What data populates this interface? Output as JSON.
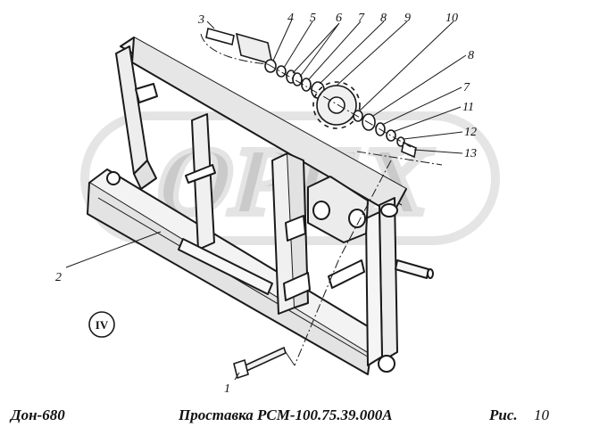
{
  "watermark": {
    "text": "OPEX"
  },
  "section_marker": "IV",
  "callouts": [
    "1",
    "2",
    "3",
    "4",
    "5",
    "6",
    "7",
    "8",
    "9",
    "10",
    "8",
    "7",
    "11",
    "12",
    "13"
  ],
  "footer": {
    "model": "Дон-680",
    "title": "Проставка РСМ-100.75.39.000А",
    "figure_label": "Рис.",
    "figure_number": "10"
  }
}
